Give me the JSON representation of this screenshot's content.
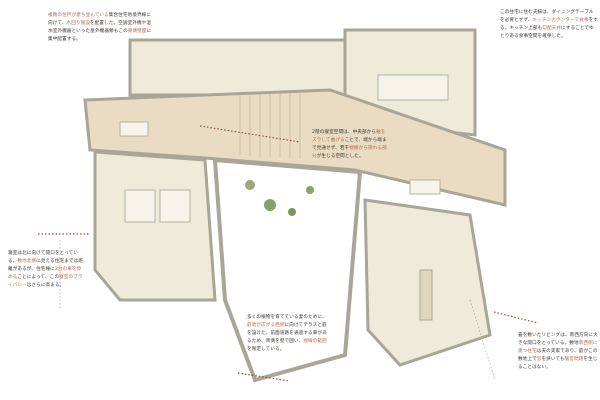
{
  "colors": {
    "highlight": "#b36a52",
    "text": "#3a3530",
    "floor": "#e9dcc3",
    "room": "#efebd8",
    "wall": "#b8b4a8",
    "arrow": "#9a4a3a"
  },
  "notes": [
    {
      "id": "plumbing-note",
      "segments": [
        {
          "text": "複数の住戸が建ち並んでいる",
          "hl": true
        },
        {
          "text": "集合住宅地境界線に向けて、",
          "hl": false
        },
        {
          "text": "水回り施設",
          "hl": true
        },
        {
          "text": "を配置した。空調室外機や温水室外機器といった屋外機器類もこの",
          "hl": false
        },
        {
          "text": "東側壁面",
          "hl": true
        },
        {
          "text": "に集中配置する。",
          "hl": false
        }
      ]
    },
    {
      "id": "kitchen-note",
      "segments": [
        {
          "text": "この住宅に住む夫婦は、ダイニングテーブルを必要とせず、",
          "hl": false
        },
        {
          "text": "キッチンカウンターで食事",
          "hl": true
        },
        {
          "text": "をする。キッチン上部も",
          "hl": false
        },
        {
          "text": "勾配天井",
          "hl": true
        },
        {
          "text": "にすることでゆとりある食事空間を確保した。",
          "hl": false
        }
      ]
    },
    {
      "id": "bedroom-note",
      "segments": [
        {
          "text": "寝室は北に向けて開口をとっている。",
          "hl": false
        },
        {
          "text": "敷地北側",
          "hl": true
        },
        {
          "text": "に見える住宅までは距離があるが、住宅棟に",
          "hl": false
        },
        {
          "text": "2台の車を停める",
          "hl": true
        },
        {
          "text": "ことによって、この",
          "hl": false
        },
        {
          "text": "寝室のプライバシー",
          "hl": true
        },
        {
          "text": "はさらに高まる。",
          "hl": false
        }
      ]
    },
    {
      "id": "terrace-note",
      "segments": [
        {
          "text": "多くの植物を育てている妻のために、",
          "hl": false
        },
        {
          "text": "庭地が広がる西側",
          "hl": true
        },
        {
          "text": "に向けてテラスと庭を設けた。前面道路を通過する車があるため、両側を壁で囲い、",
          "hl": false
        },
        {
          "text": "視線の範囲",
          "hl": true
        },
        {
          "text": "を限定している。",
          "hl": false
        }
      ]
    },
    {
      "id": "living-note",
      "segments": [
        {
          "text": "畳を敷いたリビングは、南西方向に大きな開口をとっている。敷地",
          "hl": false
        },
        {
          "text": "南西側に建つ住宅",
          "hl": true
        },
        {
          "text": "は夫の実家であり、庭がこの敷地上で",
          "hl": false
        },
        {
          "text": "窓",
          "hl": true
        },
        {
          "text": "を挟いても",
          "hl": false
        },
        {
          "text": "騒音問題",
          "hl": true
        },
        {
          "text": "を生じることはない。",
          "hl": false
        }
      ]
    },
    {
      "id": "corridor-note",
      "segments": [
        {
          "text": "2階の寝室空間は、中央部から",
          "hl": false
        },
        {
          "text": "軸をズラして曲げる",
          "hl": true
        },
        {
          "text": "ことで、端から端まで見通せず、若干",
          "hl": false
        },
        {
          "text": "視線から隠れる部分",
          "hl": true
        },
        {
          "text": "が生じる空間とした。",
          "hl": false
        }
      ]
    }
  ]
}
